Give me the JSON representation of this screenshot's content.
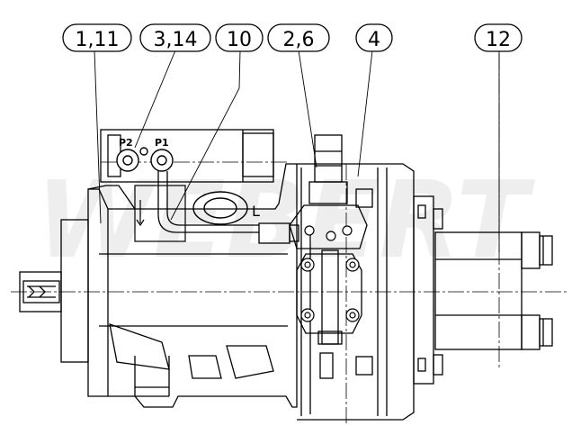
{
  "callouts": [
    {
      "id": "c1",
      "text": "1,11"
    },
    {
      "id": "c2",
      "text": "3,14"
    },
    {
      "id": "c3",
      "text": "10"
    },
    {
      "id": "c4",
      "text": "2,6"
    },
    {
      "id": "c5",
      "text": "4"
    },
    {
      "id": "c6",
      "text": "12"
    }
  ],
  "port_labels": {
    "p2": "P2",
    "p1": "P1",
    "l": "L"
  },
  "colors": {
    "line": "#000000",
    "watermark": "#eeeeee",
    "background": "#ffffff"
  },
  "watermark": {
    "text": "WEBERT"
  }
}
